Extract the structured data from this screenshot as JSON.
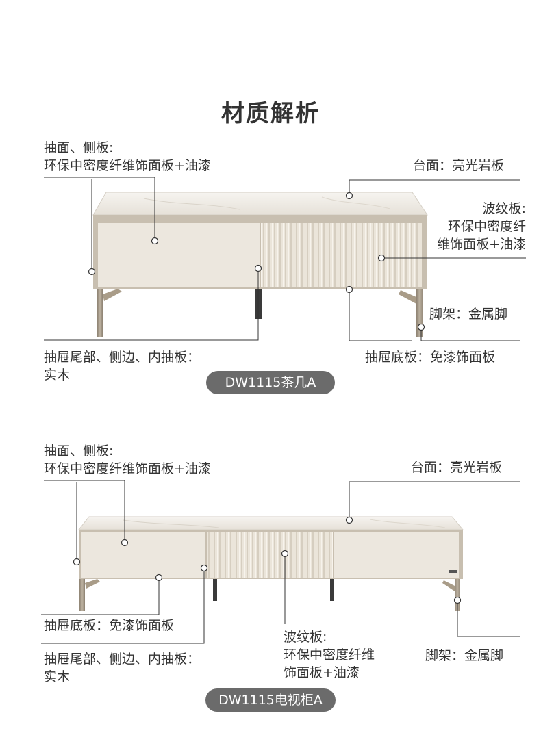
{
  "page": {
    "title": "材质解析"
  },
  "section_a": {
    "model_label": "DW1115茶几A",
    "drawer_face_label_l1": "抽面、侧板:",
    "drawer_face_label_l2": "环保中密度纤维饰面板+油漆",
    "top_label": "台面：亮光岩板",
    "wave_label_l1": "波纹板:",
    "wave_label_l2": "环保中密度纤",
    "wave_label_l3": "维饰面板+油漆",
    "leg_label": "脚架：金属脚",
    "drawer_tail_label_l1": "抽屉尾部、侧边、内抽板：",
    "drawer_tail_label_l2": "实木",
    "drawer_bottom_label": "抽屉底板：免漆饰面板"
  },
  "section_b": {
    "model_label": "DW1115电视柜A",
    "drawer_face_label_l1": "抽面、侧板:",
    "drawer_face_label_l2": "环保中密度纤维饰面板+油漆",
    "top_label": "台面：亮光岩板",
    "drawer_bottom_label": "抽屉底板：免漆饰面板",
    "wave_label_l1": "波纹板:",
    "wave_label_l2": "环保中密度纤维",
    "wave_label_l3": "饰面板+油漆",
    "drawer_tail_label_l1": "抽屉尾部、侧边、内抽板：",
    "drawer_tail_label_l2": "实木",
    "leg_label": "脚架：金属脚"
  },
  "colors": {
    "cabinet_body": "#ebe6dc",
    "stone_top": "#f2efea",
    "frame": "#b8ad9c",
    "leg": "#a99c88",
    "pill_bg": "#6b6b6b",
    "line": "#333333"
  }
}
